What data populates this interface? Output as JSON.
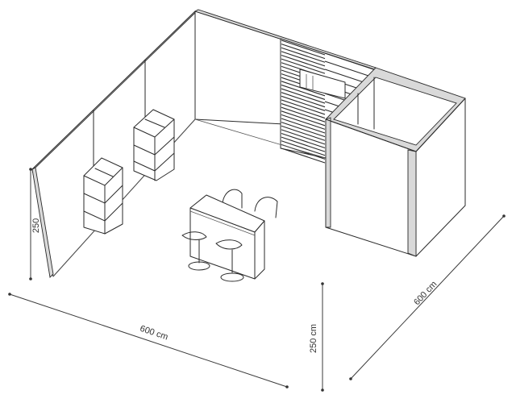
{
  "dimensions": {
    "width_label": "600 cm",
    "depth_label": "600 cm",
    "height_label": "250 cm",
    "wall_height_label": "250"
  }
}
